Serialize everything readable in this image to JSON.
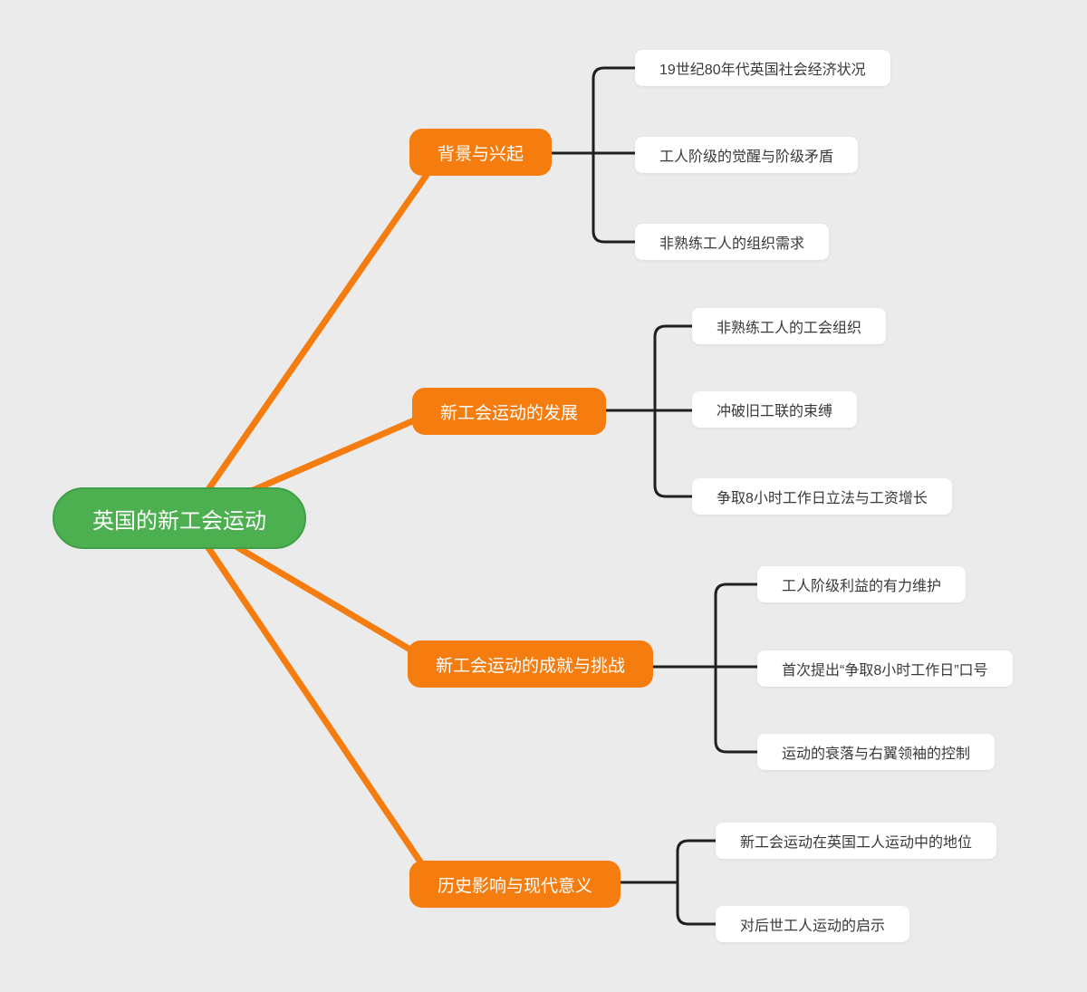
{
  "diagram_type": "mindmap",
  "colors": {
    "background": "#EBEBEB",
    "root_fill": "#4CAF50",
    "branch_fill": "#F57C0E",
    "leaf_fill": "#FFFFFF",
    "branch_edge": "#F57C0E",
    "leaf_edge": "#1F1F1F",
    "root_text": "#FFFFFF",
    "branch_text": "#FFFFFF",
    "leaf_text": "#3A3A3A"
  },
  "root": {
    "label": "英国的新工会运动"
  },
  "branches": [
    {
      "label": "背景与兴起",
      "children": [
        "19世纪80年代英国社会经济状况",
        "工人阶级的觉醒与阶级矛盾",
        "非熟练工人的组织需求"
      ]
    },
    {
      "label": "新工会运动的发展",
      "children": [
        "非熟练工人的工会组织",
        "冲破旧工联的束缚",
        "争取8小时工作日立法与工资增长"
      ]
    },
    {
      "label": "新工会运动的成就与挑战",
      "children": [
        "工人阶级利益的有力维护",
        "首次提出“争取8小时工作日”口号",
        "运动的衰落与右翼领袖的控制"
      ]
    },
    {
      "label": "历史影响与现代意义",
      "children": [
        "新工会运动在英国工人运动中的地位",
        "对后世工人运动的启示"
      ]
    }
  ]
}
